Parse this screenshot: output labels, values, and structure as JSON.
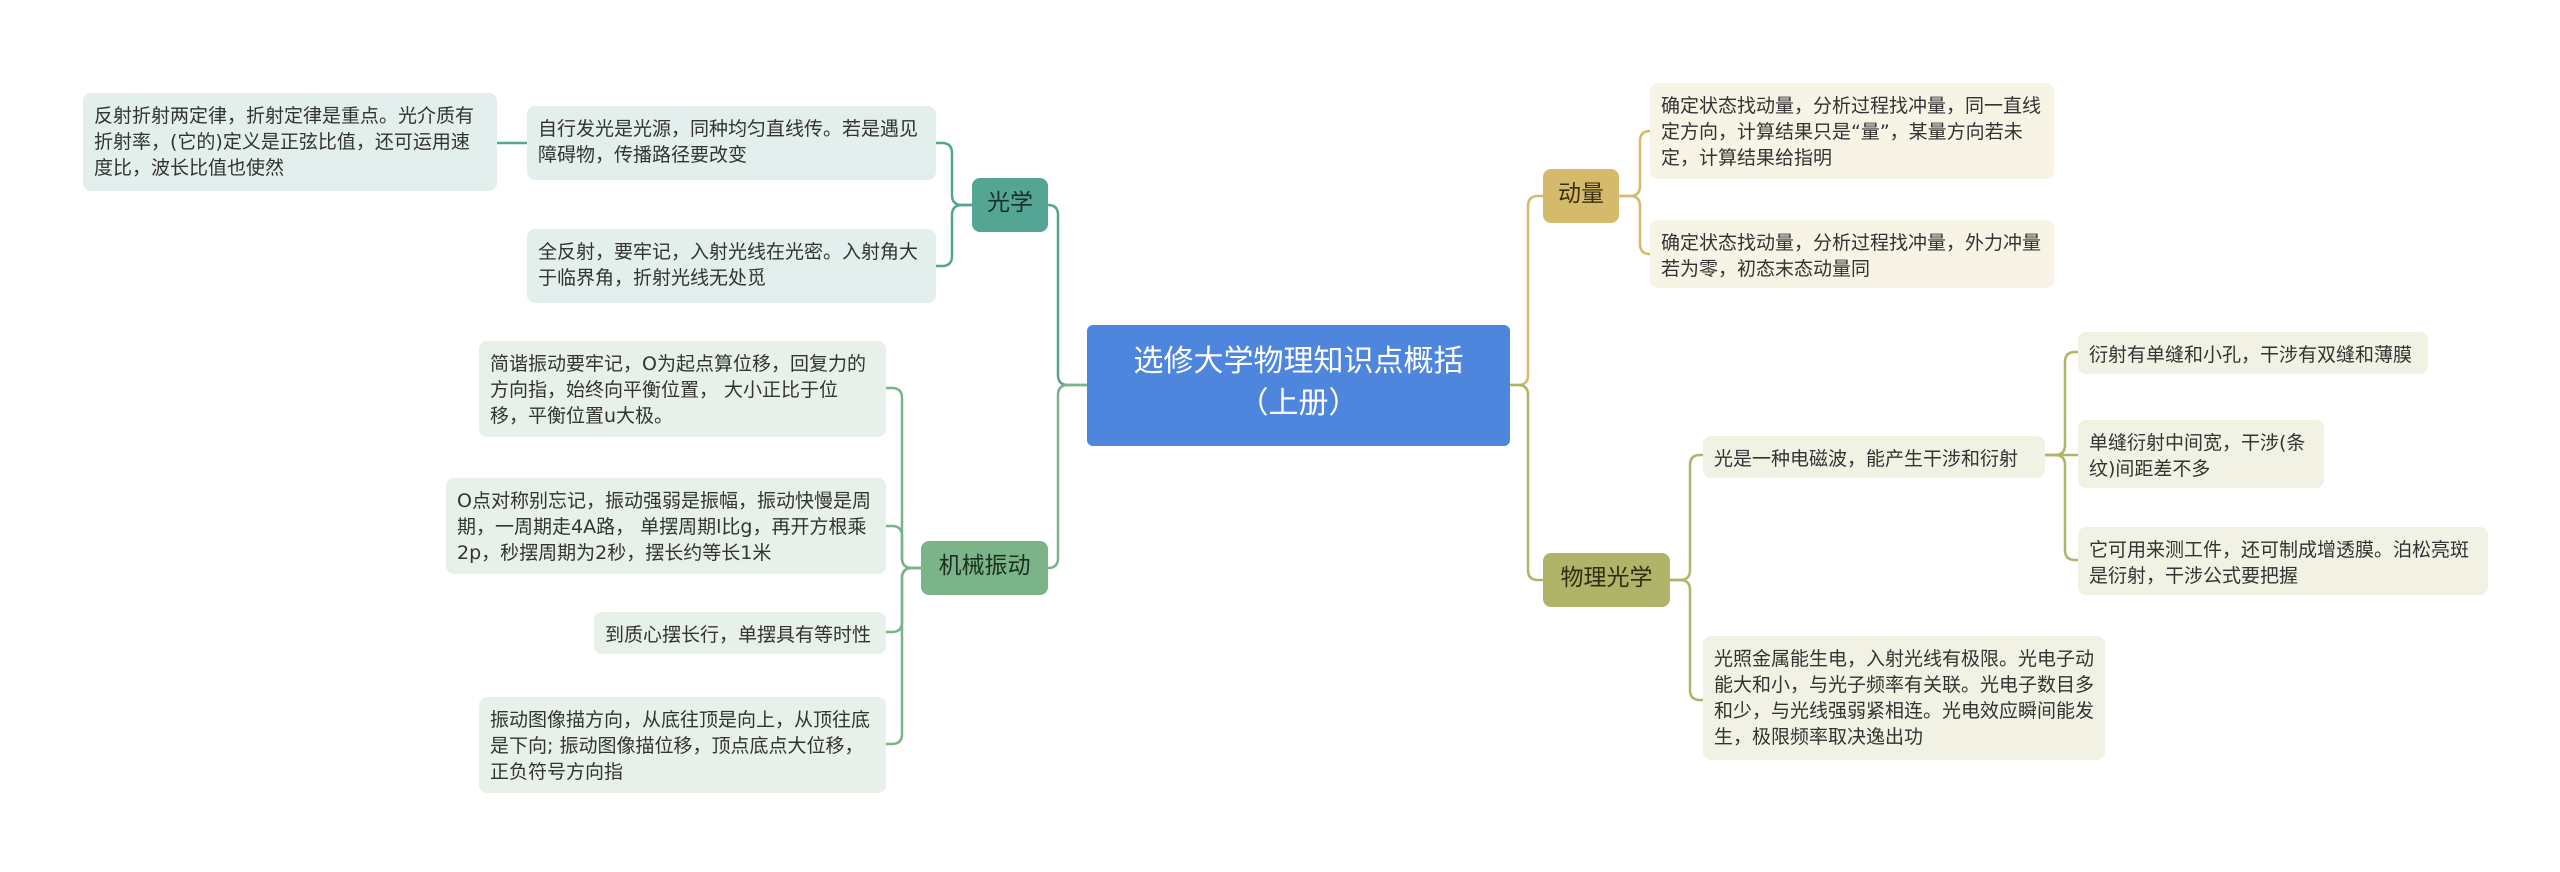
{
  "root": {
    "title_line1": "选修大学物理知识点概括",
    "title_line2": "（上册）"
  },
  "branches": {
    "optics": {
      "label": "光学",
      "items": [
        "自行发光是光源，同种均匀直线传。若是遇见障碍物，传播路径要改变",
        "全反射，要牢记，入射光线在光密。入射角大于临界角，折射光线无处觅"
      ],
      "sub_item": "反射折射两定律，折射定律是重点。光介质有折射率，(它的)定义是正弦比值，还可运用速度比，波长比值也使然"
    },
    "vibration": {
      "label": "机械振动",
      "items": [
        "简谐振动要牢记，O为起点算位移，回复力的方向指，始终向平衡位置， 大小正比于位移，平衡位置u大极。",
        "O点对称别忘记，振动强弱是振幅，振动快慢是周期，一周期走4A路， 单摆周期l比g，再开方根乘2p，秒摆周期为2秒，摆长约等长1米",
        "到质心摆长行，单摆具有等时性",
        "振动图像描方向，从底往顶是向上，从顶往底是下向; 振动图像描位移，顶点底点大位移，正负符号方向指"
      ]
    },
    "momentum": {
      "label": "动量",
      "items": [
        "确定状态找动量，分析过程找冲量，同一直线定方向，计算结果只是“量”，某量方向若未定，计算结果给指明",
        "确定状态找动量，分析过程找冲量，外力冲量若为零，初态末态动量同"
      ]
    },
    "physical_optics": {
      "label": "物理光学",
      "items": [
        "光是一种电磁波，能产生干涉和衍射",
        "光照金属能生电，入射光线有极限。光电子动能大和小，与光子频率有关联。光电子数目多和少，与光线强弱紧相连。光电效应瞬间能发生，极限频率取决逸出功"
      ],
      "sub_items": [
        "衍射有单缝和小孔，干涉有双缝和薄膜",
        "单缝衍射中间宽，干涉(条纹)间距差不多",
        "它可用来测工件，还可制成增透膜。泊松亮斑是衍射，干涉公式要把握"
      ]
    }
  },
  "colors": {
    "root": "#4f86dd",
    "optics": "#55a594",
    "vibration": "#7bb489",
    "momentum": "#d5ba6b",
    "physical_optics": "#b0b469"
  }
}
